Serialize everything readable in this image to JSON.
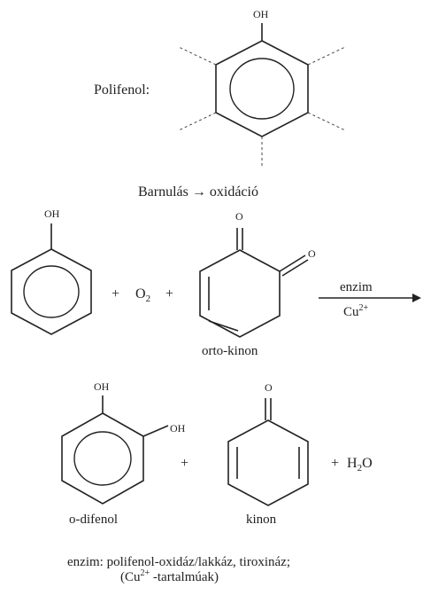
{
  "polyphenol": {
    "label": "Polifenol:",
    "oh": "OH"
  },
  "browning": {
    "text": "Barnulás → oxidáció"
  },
  "reaction1": {
    "phenol_oh": "OH",
    "plus1": "+",
    "o2_base": "O",
    "o2_sub": "2",
    "plus2": "+",
    "quinone_o1": "O",
    "quinone_o2": "O",
    "quinone_name": "orto-kinon",
    "arrow_top": "enzim",
    "arrow_bottom_base": "Cu",
    "arrow_bottom_sup": "2+"
  },
  "reaction2": {
    "difenol_oh1": "OH",
    "difenol_oh2": "OH",
    "difenol_name": "o-difenol",
    "plus": "+",
    "kinon_o": "O",
    "kinon_name": "kinon",
    "water_plus": "+",
    "water_h": "H",
    "water_sub": "2",
    "water_o": "O"
  },
  "enzyme_note": {
    "line1": "enzim:  polifenol-oxidáz/lakkáz, tiroxináz;",
    "line2_open": "(Cu",
    "line2_sup": "2+",
    "line2_rest": " -tartalmúak)"
  }
}
